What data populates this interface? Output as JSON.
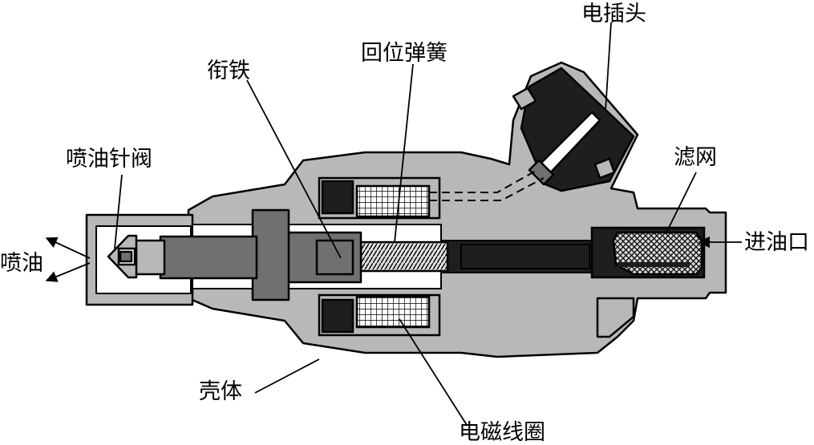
{
  "labels": {
    "plug": "电插头",
    "spring": "回位弹簧",
    "armature": "衔铁",
    "needle_valve": "喷油针阀",
    "filter": "滤网",
    "spray": "喷油",
    "inlet": "进油口",
    "housing": "壳体",
    "coil": "电磁线圈"
  },
  "colors": {
    "housing_fill": "#b8b8b8",
    "dark_part": "#1e1e1e",
    "mid_part": "#707070",
    "outline": "#000000",
    "background": "#ffffff"
  }
}
